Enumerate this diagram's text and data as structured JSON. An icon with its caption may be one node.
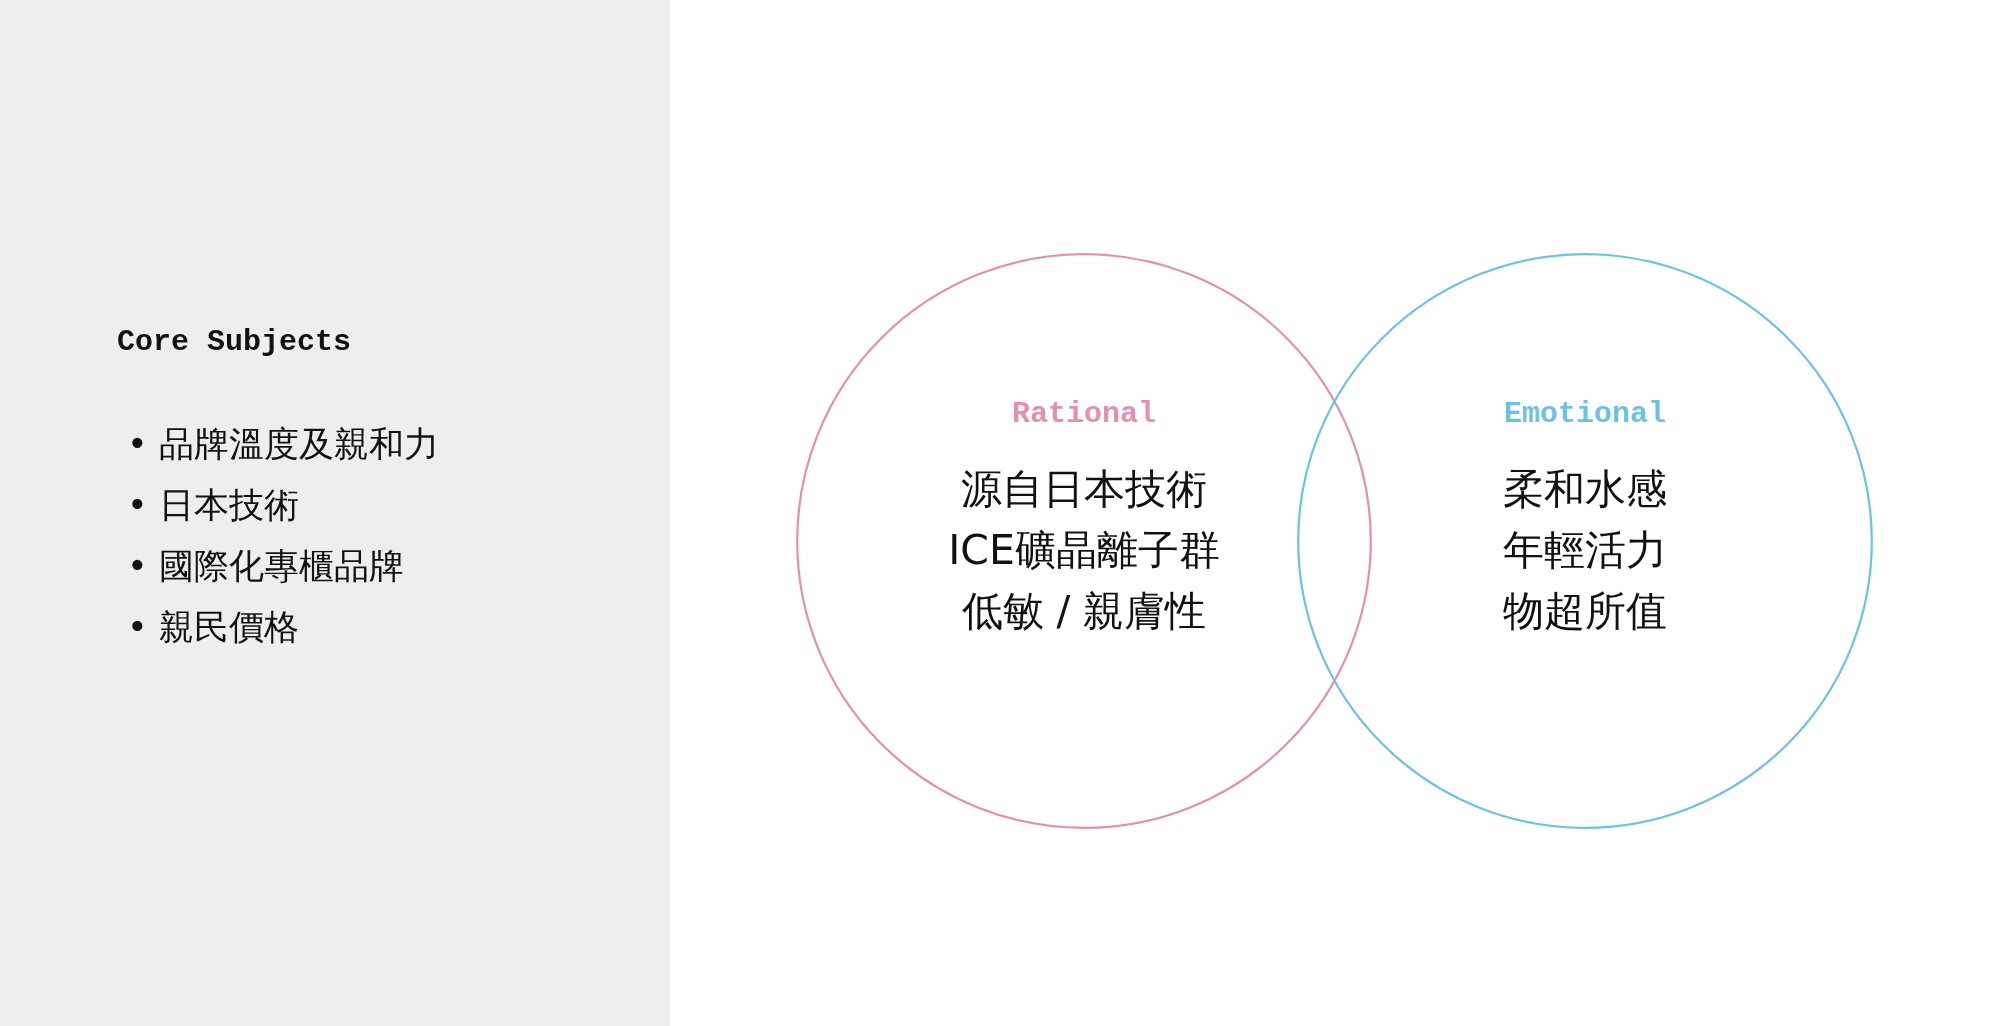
{
  "diagram": {
    "nodes": [
      {
        "text": [
          "Core Subjects",
          "• 品牌溫度及親和力",
          "• 日本技術",
          "• 國際化專櫃品牌",
          "• 親民價格"
        ]
      },
      {
        "text": [
          "Rational",
          "源自日本技術",
          "ICE礦晶離子群",
          "低敏 / 親膚性"
        ]
      },
      {
        "text": [
          "Emotional",
          "柔和水感",
          "年輕活力",
          "物超所值"
        ]
      }
    ]
  }
}
